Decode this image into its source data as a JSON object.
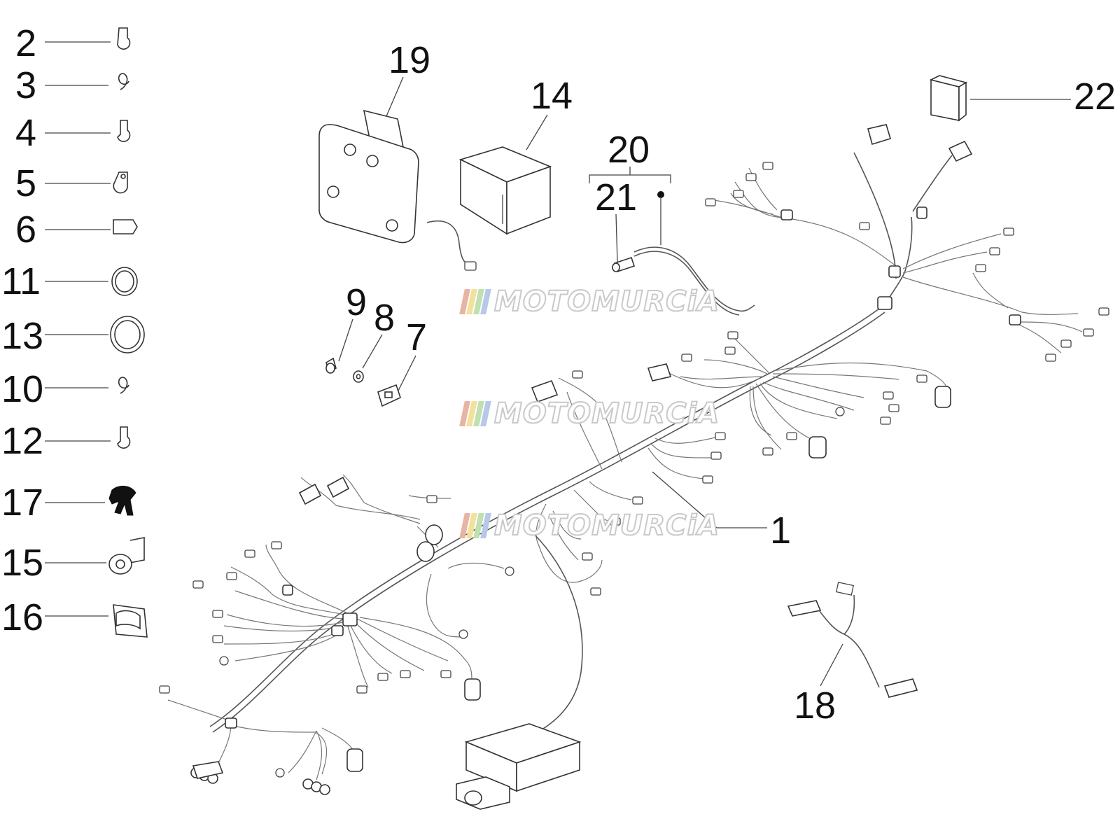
{
  "watermark": {
    "text": "MOTOMURCiA",
    "stripe_colors": [
      "#e8b4a4",
      "#f1e19a",
      "#bfe0b0",
      "#b7c8e8"
    ]
  },
  "callouts": {
    "c1": "1",
    "c2": "2",
    "c3": "3",
    "c4": "4",
    "c5": "5",
    "c6": "6",
    "c7": "7",
    "c8": "8",
    "c9": "9",
    "c10": "10",
    "c11": "11",
    "c12": "12",
    "c13": "13",
    "c14": "14",
    "c15": "15",
    "c16": "16",
    "c17": "17",
    "c18": "18",
    "c19": "19",
    "c20": "20",
    "c21": "21",
    "c22": "22"
  }
}
